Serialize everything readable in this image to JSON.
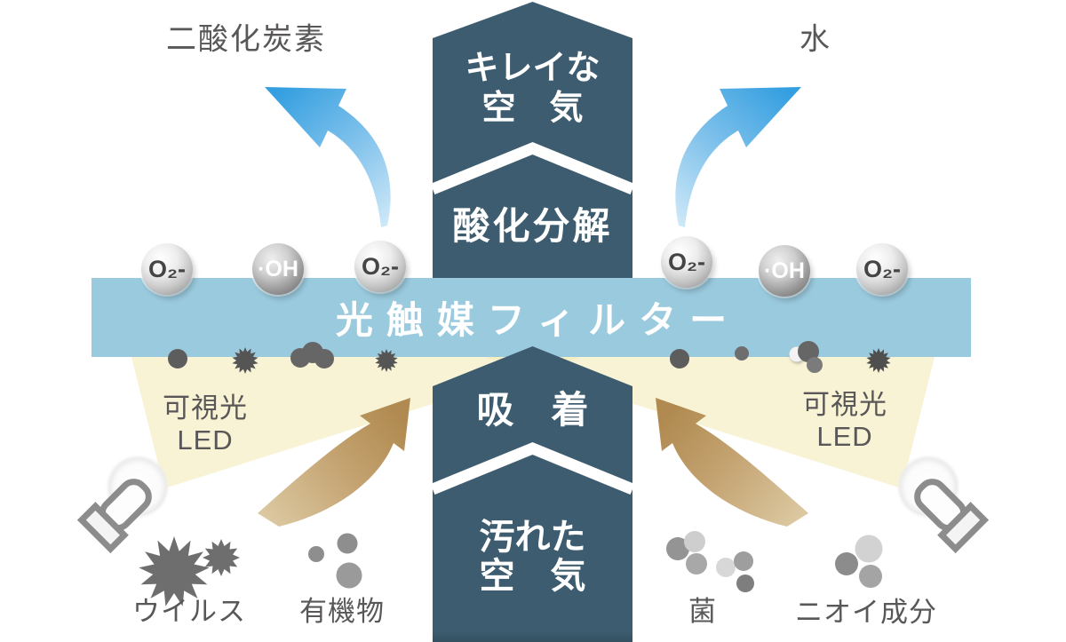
{
  "colors": {
    "background": "#ffffff",
    "dark_arrow": "#3d5c6f",
    "filter_band": "#9acade",
    "light_beam": "#f8f4d8",
    "tan_arrow": "#b08a50",
    "blue_arrow": "#339ee0",
    "label_gray": "#595757",
    "white_text": "#ffffff"
  },
  "outputs": {
    "co2_label": "二酸化炭素",
    "water_label": "水"
  },
  "clean_air_arrow": {
    "line1": "キレイな",
    "line2": "空　気",
    "stage_label": "酸化分解"
  },
  "filter_band": {
    "label": "光触媒フィルター"
  },
  "dirty_air_arrow": {
    "stage_label": "吸　着",
    "line1": "汚れた",
    "line2": "空　気"
  },
  "radicals": {
    "superoxide": "O₂-",
    "hydroxyl": "·OH"
  },
  "led": {
    "line1": "可視光",
    "line2": "LED"
  },
  "pollutants": {
    "virus": "ウイルス",
    "organic": "有機物",
    "bacteria": "菌",
    "odor": "ニオイ成分"
  },
  "icons": {
    "led_light": "flashlight-with-glow-and-beam",
    "radical_sphere": "metallic-ball",
    "virus": "spiked-circle",
    "organic": "gray-circle-cluster",
    "bacteria": "gray-circle-cluster",
    "odor": "gray-circle-cluster",
    "clean_air_flow": "curved-blue-arrow",
    "dirty_air_flow": "curved-tan-arrow"
  }
}
